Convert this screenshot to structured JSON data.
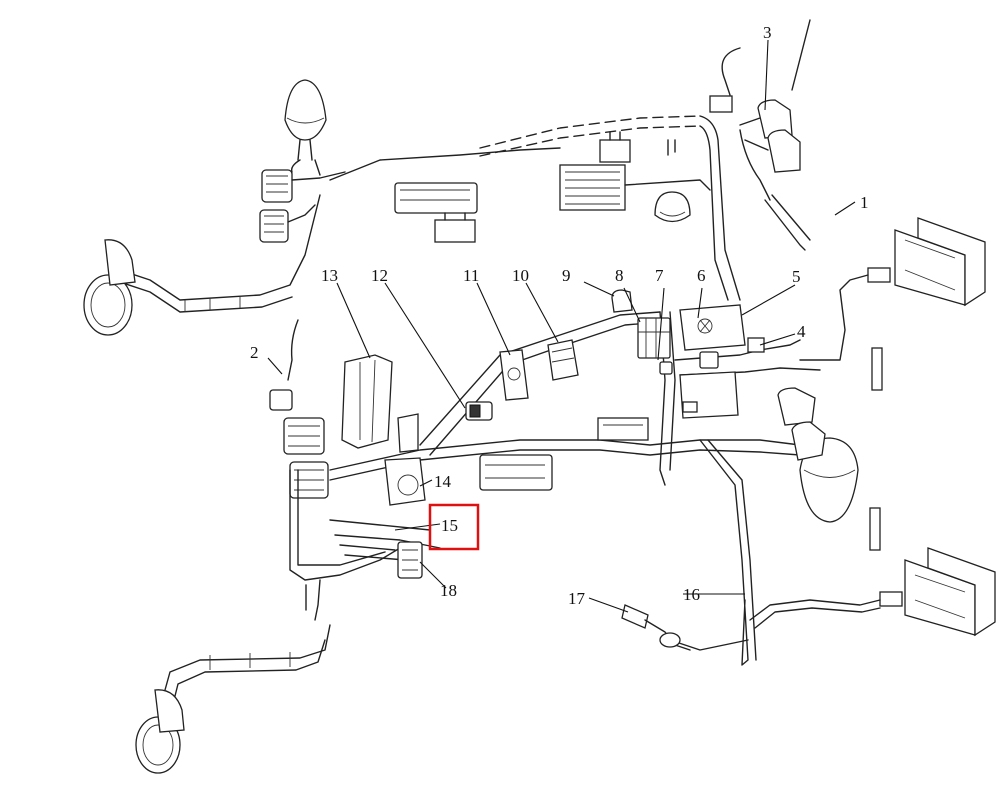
{
  "diagram": {
    "callouts": [
      {
        "id": "1",
        "label": "1"
      },
      {
        "id": "2",
        "label": "2"
      },
      {
        "id": "3",
        "label": "3"
      },
      {
        "id": "4",
        "label": "4"
      },
      {
        "id": "5",
        "label": "5"
      },
      {
        "id": "6",
        "label": "6"
      },
      {
        "id": "7",
        "label": "7"
      },
      {
        "id": "8",
        "label": "8"
      },
      {
        "id": "9",
        "label": "9"
      },
      {
        "id": "10",
        "label": "10"
      },
      {
        "id": "11",
        "label": "11"
      },
      {
        "id": "12",
        "label": "12"
      },
      {
        "id": "13",
        "label": "13"
      },
      {
        "id": "14",
        "label": "14"
      },
      {
        "id": "15",
        "label": "15",
        "highlighted": true
      },
      {
        "id": "16",
        "label": "16"
      },
      {
        "id": "17",
        "label": "17"
      },
      {
        "id": "18",
        "label": "18"
      }
    ],
    "highlight_color": "#e01010"
  }
}
